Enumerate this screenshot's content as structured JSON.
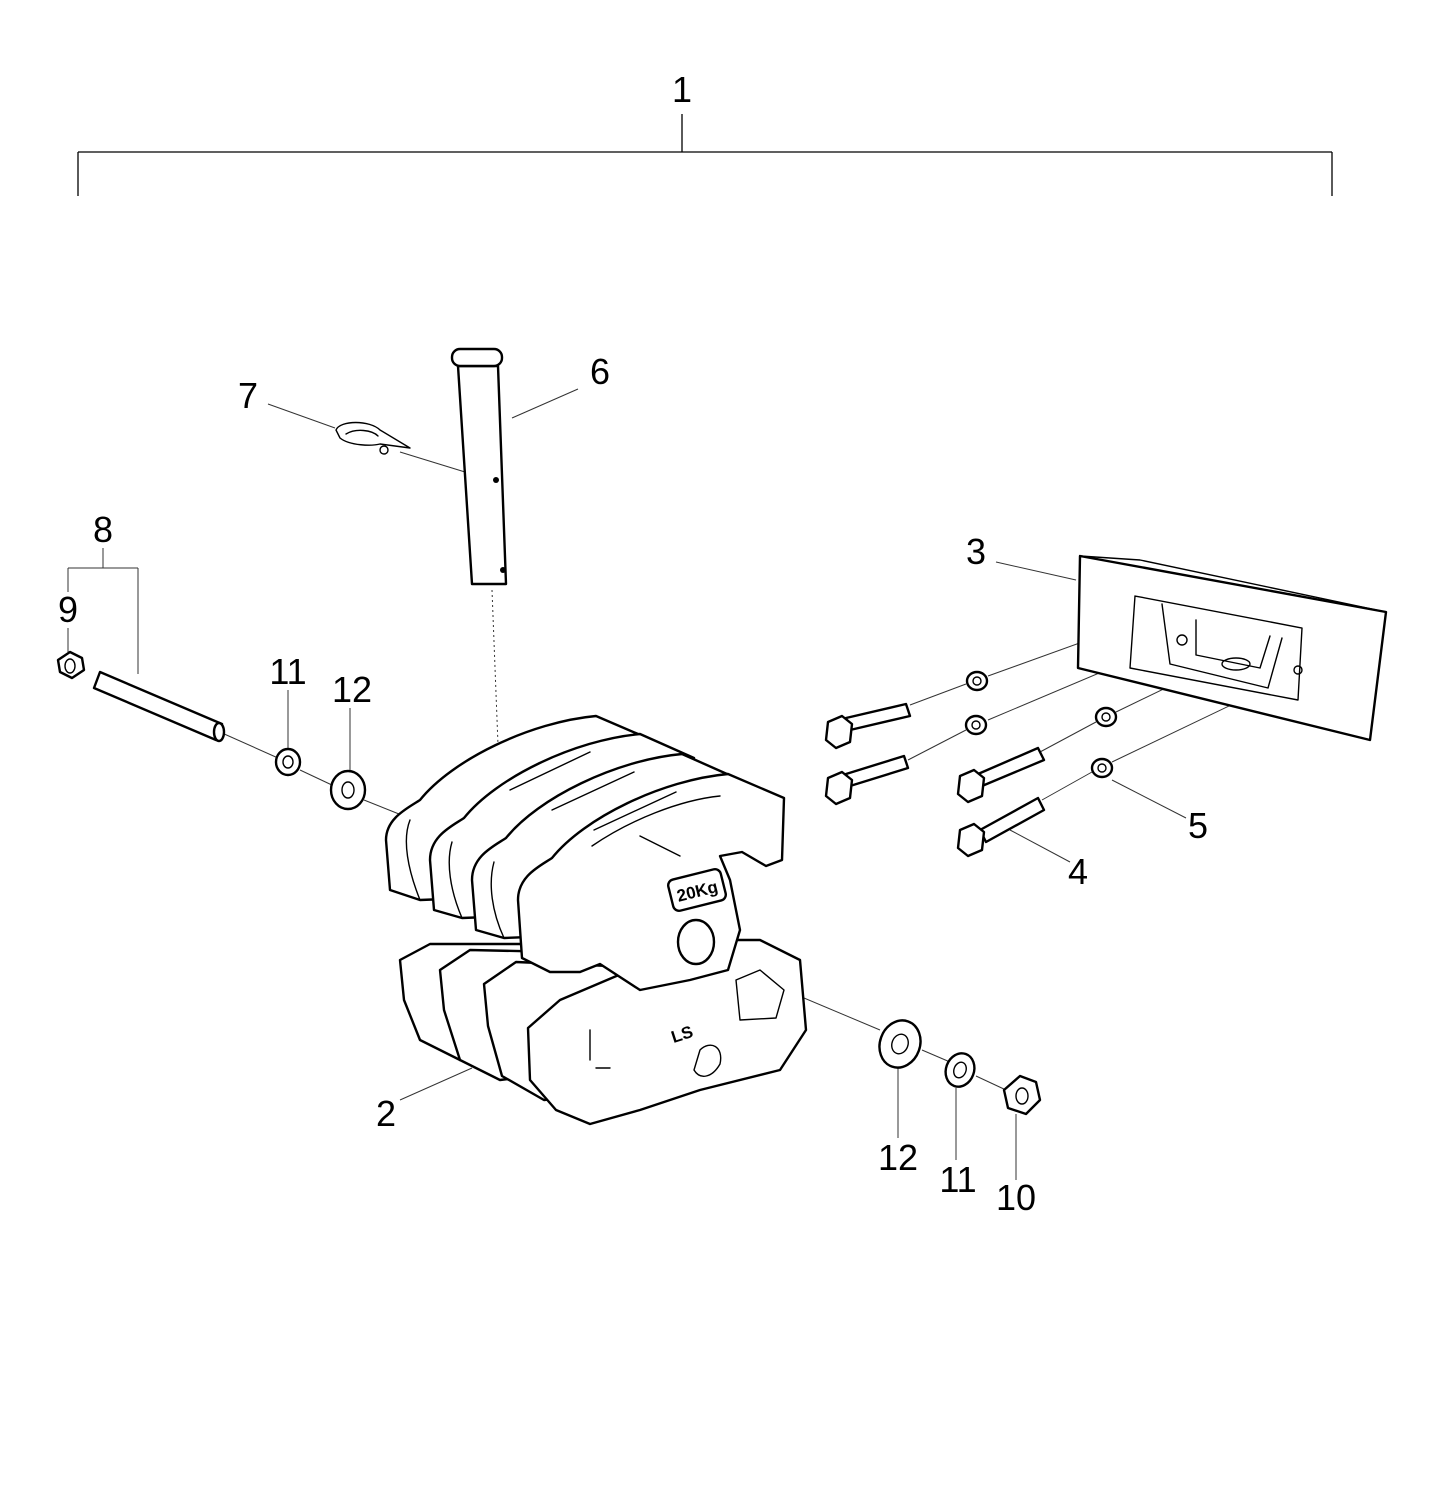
{
  "callouts": {
    "c1": "1",
    "c2": "2",
    "c3": "3",
    "c4": "4",
    "c5": "5",
    "c6": "6",
    "c7": "7",
    "c8": "8",
    "c9": "9",
    "c10": "10",
    "c11a": "11",
    "c11b": "11",
    "c12a": "12",
    "c12b": "12"
  },
  "markings": {
    "weight_stamp": "20Kg",
    "brand_logo": "LS"
  }
}
